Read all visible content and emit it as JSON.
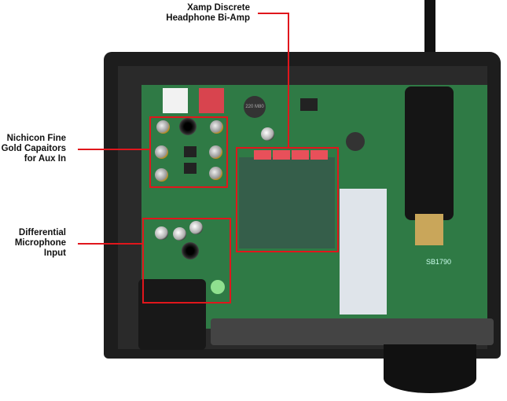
{
  "annotations": {
    "xamp": {
      "line1": "Xamp Discrete",
      "line2": "Headphone Bi-Amp"
    },
    "nichicon": {
      "line1": "Nichicon Fine",
      "line2": "Gold Capaitors",
      "line3": "for Aux In"
    },
    "microphone": {
      "line1": "Differential",
      "line2": "Microphone",
      "line3": "Input"
    }
  },
  "pcb_markings": {
    "inductor": "220 M80",
    "board_id": "SB1790"
  },
  "colors": {
    "annotation": "#e0161c",
    "pcb": "#2f7a45",
    "case": "#1c1c1c"
  }
}
